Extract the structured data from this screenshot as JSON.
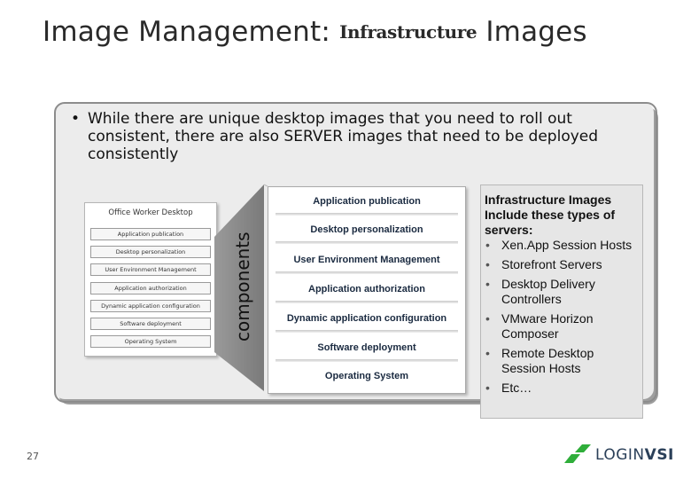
{
  "slide": {
    "title_pre": "Image Management:",
    "title_mid": "Infrastructure",
    "title_post": "Images",
    "bullet_text": "While there are unique desktop images that you need to roll out consistent, there are also SERVER images that need to be deployed consistently",
    "page_number": "27"
  },
  "office_worker": {
    "title": "Office Worker Desktop",
    "rows": [
      "Application publication",
      "Desktop personalization",
      "User Environment Management",
      "Application authorization",
      "Dynamic application configuration",
      "Software deployment",
      "Operating System"
    ]
  },
  "funnel_label": "components",
  "stack": [
    "Application publication",
    "Desktop personalization",
    "User Environment Management",
    "Application authorization",
    "Dynamic application configuration",
    "Software deployment",
    "Operating System"
  ],
  "sidebar": {
    "heading": "Infrastructure Images Include these types of servers:",
    "items": [
      "Xen.App Session Hosts",
      "Storefront Servers",
      "Desktop Delivery Controllers",
      "VMware Horizon Composer",
      "Remote Desktop Session Hosts",
      "Etc…"
    ]
  },
  "logo": {
    "text_a": "LOGIN",
    "text_b": "VSI",
    "accent_color": "#2fae3a",
    "text_color": "#2b4059"
  }
}
